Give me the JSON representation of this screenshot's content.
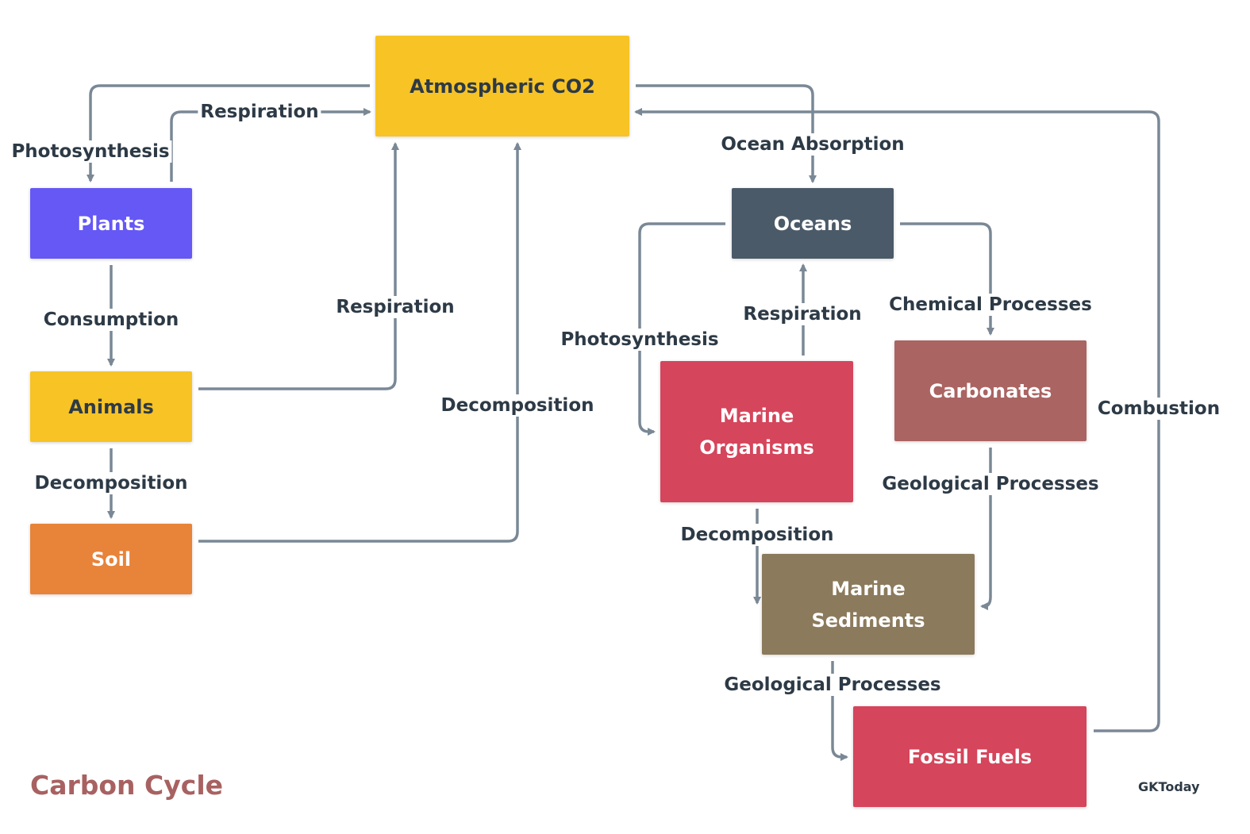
{
  "nodes": {
    "atmospheric_co2": {
      "label": "Atmospheric CO2",
      "color": "#f7c325",
      "text_color": "#2d3a46"
    },
    "plants": {
      "label": "Plants",
      "color": "#6558f5",
      "text_color": "#ffffff"
    },
    "animals": {
      "label": "Animals",
      "color": "#f7c325",
      "text_color": "#2d3a46"
    },
    "soil": {
      "label": "Soil",
      "color": "#e8833a",
      "text_color": "#ffffff"
    },
    "oceans": {
      "label": "Oceans",
      "color": "#4b5a68",
      "text_color": "#ffffff"
    },
    "marine_organisms": {
      "label": "Marine Organisms",
      "color": "#d5455b",
      "text_color": "#ffffff"
    },
    "carbonates": {
      "label": "Carbonates",
      "color": "#aa6462",
      "text_color": "#ffffff"
    },
    "marine_sediments": {
      "label": "Marine Sediments",
      "color": "#8b7a5c",
      "text_color": "#ffffff"
    },
    "fossil_fuels": {
      "label": "Fossil Fuels",
      "color": "#d5455b",
      "text_color": "#ffffff"
    }
  },
  "edges": [
    {
      "from": "Atmospheric CO2",
      "to": "Plants",
      "label": "Photosynthesis"
    },
    {
      "from": "Plants",
      "to": "Atmospheric CO2",
      "label": "Respiration"
    },
    {
      "from": "Plants",
      "to": "Animals",
      "label": "Consumption"
    },
    {
      "from": "Animals",
      "to": "Atmospheric CO2",
      "label": "Respiration"
    },
    {
      "from": "Animals",
      "to": "Soil",
      "label": "Decomposition"
    },
    {
      "from": "Soil",
      "to": "Atmospheric CO2",
      "label": "Decomposition"
    },
    {
      "from": "Atmospheric CO2",
      "to": "Oceans",
      "label": "Ocean Absorption"
    },
    {
      "from": "Oceans",
      "to": "Marine Organisms",
      "label": "Photosynthesis"
    },
    {
      "from": "Marine Organisms",
      "to": "Oceans",
      "label": "Respiration"
    },
    {
      "from": "Oceans",
      "to": "Carbonates",
      "label": "Chemical Processes"
    },
    {
      "from": "Marine Organisms",
      "to": "Marine Sediments",
      "label": "Decomposition"
    },
    {
      "from": "Carbonates",
      "to": "Marine Sediments",
      "label": "Geological Processes"
    },
    {
      "from": "Marine Sediments",
      "to": "Fossil Fuels",
      "label": "Geological Processes"
    },
    {
      "from": "Fossil Fuels",
      "to": "Atmospheric CO2",
      "label": "Combustion"
    }
  ],
  "title": "Carbon Cycle",
  "watermark": "GKToday",
  "colors": {
    "arrow": "#7a8896",
    "title": "#a86161",
    "label": "#2d3a46"
  }
}
